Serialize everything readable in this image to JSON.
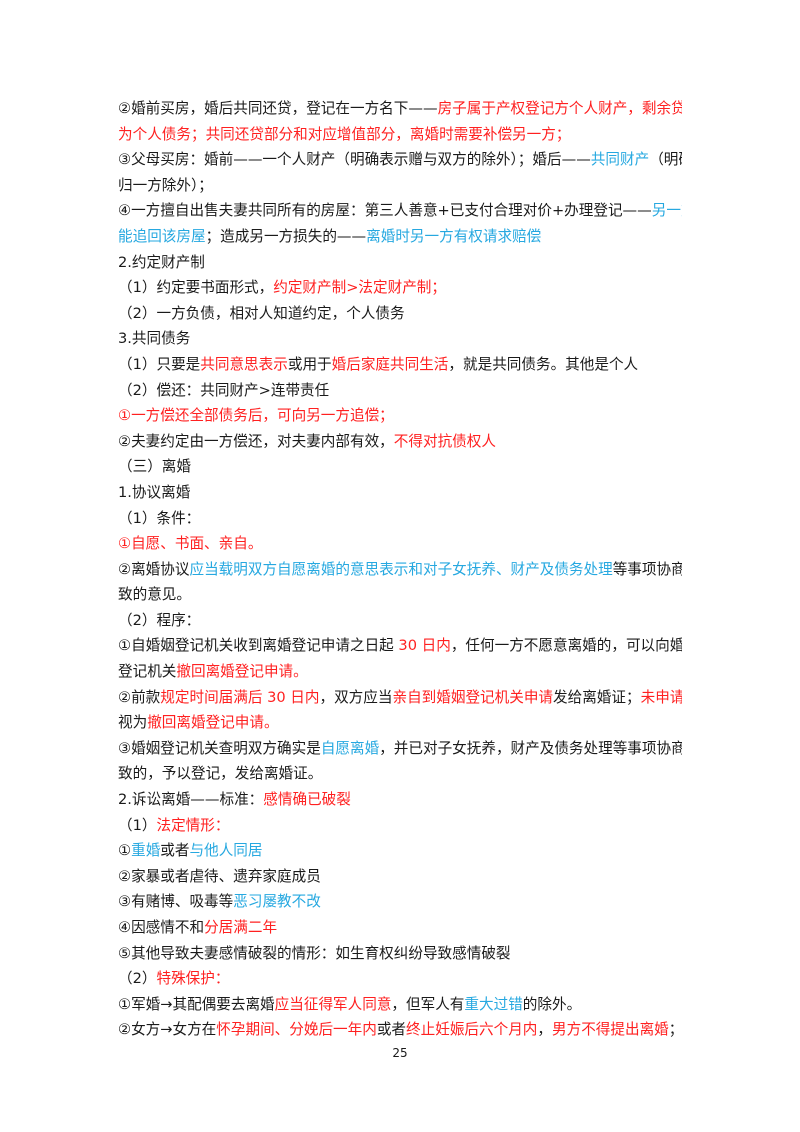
{
  "colors": {
    "text": "#1a1a1a",
    "red": "#ff2020",
    "blue": "#26a8e0"
  },
  "lines": [
    [
      [
        "②婚前买房，婚后共同还贷，登记在一方名下——",
        ""
      ],
      [
        "房子属于产权登记方个人财产，剩余贷款",
        "red"
      ]
    ],
    [
      [
        "为个人债务；共同还贷部分和对应增值部分，离婚时需要补偿另一方；",
        "red"
      ]
    ],
    [
      [
        "③父母买房：婚前——一个人财产（明确表示赠与双方的除外）；婚后——",
        ""
      ],
      [
        "共同财产",
        "blue"
      ],
      [
        "（明确只",
        ""
      ]
    ],
    [
      [
        "归一方除外）；",
        ""
      ]
    ],
    [
      [
        "④一方擅自出售夫妻共同所有的房屋：第三人善意+已支付合理对价+办理登记——",
        ""
      ],
      [
        "另一方不",
        "blue"
      ]
    ],
    [
      [
        "能追回该房屋",
        "blue"
      ],
      [
        "；造成另一方损失的——",
        ""
      ],
      [
        "离婚时另一方有权请求赔偿",
        "blue"
      ]
    ],
    [
      [
        "2.约定财产制",
        ""
      ]
    ],
    [
      [
        "（1）约定要书面形式，",
        ""
      ],
      [
        "约定财产制>法定财产制；",
        "red"
      ]
    ],
    [
      [
        "（2）一方负债，相对人知道约定，个人债务",
        ""
      ]
    ],
    [
      [
        "3.共同债务",
        ""
      ]
    ],
    [
      [
        "（1）只要是",
        ""
      ],
      [
        "共同意思表示",
        "red"
      ],
      [
        "或用于",
        ""
      ],
      [
        "婚后家庭共同生活",
        "red"
      ],
      [
        "，就是共同债务。其他是个人",
        ""
      ]
    ],
    [
      [
        "（2）偿还：共同财产>连带责任",
        ""
      ]
    ],
    [
      [
        "①一方偿还全部债务后，可向另一方追偿；",
        "red"
      ]
    ],
    [
      [
        "②夫妻约定由一方偿还，对夫妻内部有效，",
        ""
      ],
      [
        "不得对抗债权人",
        "red"
      ]
    ],
    [
      [
        "（三）离婚",
        ""
      ]
    ],
    [
      [
        "1.协议离婚",
        ""
      ]
    ],
    [
      [
        "（1）条件：",
        ""
      ]
    ],
    [
      [
        "①自愿、书面、亲自。",
        "red"
      ]
    ],
    [
      [
        "②离婚协议",
        ""
      ],
      [
        "应当载明双方自愿离婚的意思表示和对子女抚养、财产及债务处理",
        "blue"
      ],
      [
        "等事项协商一",
        ""
      ]
    ],
    [
      [
        "致的意见。",
        ""
      ]
    ],
    [
      [
        "（2）程序：",
        ""
      ]
    ],
    [
      [
        "①自婚姻登记机关收到离婚登记申请之日起 ",
        ""
      ],
      [
        "30 日内",
        "red"
      ],
      [
        "，任何一方不愿意离婚的，可以向婚姻",
        ""
      ]
    ],
    [
      [
        "登记机关",
        ""
      ],
      [
        "撤回离婚登记申请。",
        "red"
      ]
    ],
    [
      [
        "②前款",
        ""
      ],
      [
        "规定时间届满后 30 日内",
        "red"
      ],
      [
        "，双方应当",
        ""
      ],
      [
        "亲自到婚姻登记机关申请",
        "red"
      ],
      [
        "发给离婚证；",
        ""
      ],
      [
        "未申请的，",
        "red"
      ]
    ],
    [
      [
        "视为",
        ""
      ],
      [
        "撤回离婚登记申请。",
        "red"
      ]
    ],
    [
      [
        "③婚姻登记机关查明双方确实是",
        ""
      ],
      [
        "自愿离婚",
        "blue"
      ],
      [
        "，并已对子女抚养，财产及债务处理等事项协商一",
        ""
      ]
    ],
    [
      [
        "致的，予以登记，发给离婚证。",
        ""
      ]
    ],
    [
      [
        "2.诉讼离婚——标准：",
        ""
      ],
      [
        "感情确已破裂",
        "red"
      ]
    ],
    [
      [
        "（1）",
        ""
      ],
      [
        "法定情形：",
        "red"
      ]
    ],
    [
      [
        "①",
        ""
      ],
      [
        "重婚",
        "blue"
      ],
      [
        "或者",
        ""
      ],
      [
        "与他人同居",
        "blue"
      ]
    ],
    [
      [
        "②家暴或者虐待、遗弃家庭成员",
        ""
      ]
    ],
    [
      [
        "③有赌博、吸毒等",
        ""
      ],
      [
        "恶习屡教不改",
        "blue"
      ]
    ],
    [
      [
        "④因感情不和",
        ""
      ],
      [
        "分居满二年",
        "red"
      ]
    ],
    [
      [
        "⑤其他导致夫妻感情破裂的情形：如生育权纠纷导致感情破裂",
        ""
      ]
    ],
    [
      [
        "（2）",
        ""
      ],
      [
        "特殊保护：",
        "red"
      ]
    ],
    [
      [
        "①军婚→其配偶要去离婚",
        ""
      ],
      [
        "应当征得军人同意",
        "red"
      ],
      [
        "，但军人有",
        ""
      ],
      [
        "重大过错",
        "blue"
      ],
      [
        "的除外。",
        ""
      ]
    ],
    [
      [
        "②女方→女方在",
        ""
      ],
      [
        "怀孕期间、分娩后一年内",
        "red"
      ],
      [
        "或者",
        ""
      ],
      [
        "终止妊娠后六个月内",
        "red"
      ],
      [
        "，",
        ""
      ],
      [
        "男方不得提出离婚",
        "red"
      ],
      [
        "；但",
        ""
      ]
    ]
  ],
  "page_number": "25"
}
